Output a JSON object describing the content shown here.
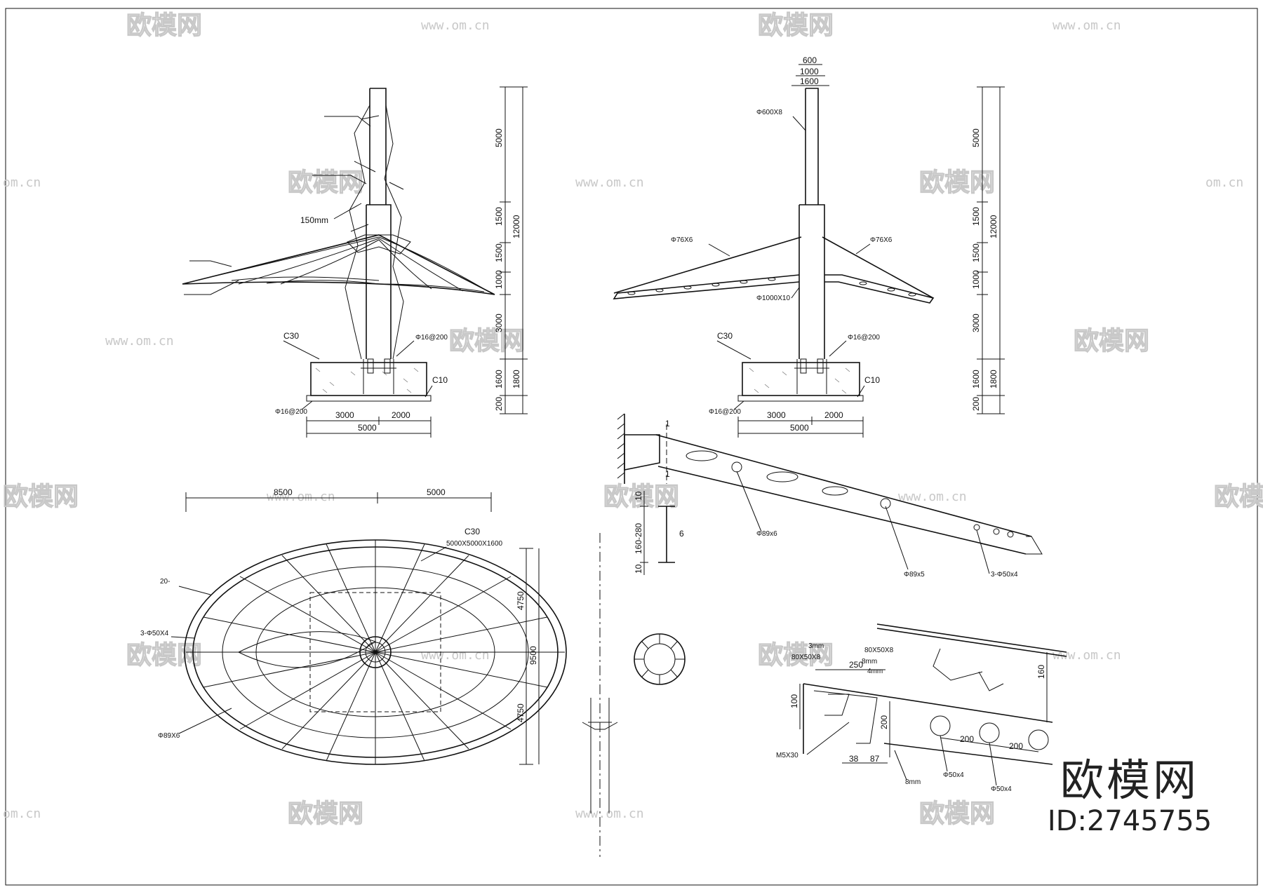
{
  "watermark": {
    "brand": "欧模网",
    "url": "www.om.cn",
    "url_short": "om.cn"
  },
  "brand_corner": {
    "name": "欧模网",
    "id": "ID:2745755"
  },
  "elev_left": {
    "dims_right": [
      "5000",
      "1500",
      "12000",
      "1500",
      "1000",
      "3000",
      "1600",
      "1800",
      "200"
    ],
    "dims_bottom": [
      "3000",
      "2000",
      "5000"
    ],
    "tags": {
      "c30": "C30",
      "c10": "C10",
      "rebar_right": "Φ16@200",
      "rebar_bottom": "Φ16@200",
      "size_150": "150mm"
    }
  },
  "elev_right": {
    "dims_top": [
      "600",
      "1000",
      "1600"
    ],
    "dims_right": [
      "5000",
      "1500",
      "12000",
      "1500",
      "1000",
      "3000",
      "1600",
      "1800",
      "200"
    ],
    "dims_bottom": [
      "3000",
      "2000",
      "5000"
    ],
    "tags": {
      "c30": "C30",
      "c10": "C10",
      "rebar_right": "Φ16@200",
      "rebar_bottom": "Φ16@200",
      "pipe_top": "Φ600X8",
      "pipe_bottom": "Φ1000X10",
      "brace_left": "Φ76X6",
      "brace_right": "Φ76X6"
    }
  },
  "plan": {
    "dims_top": [
      "8500",
      "5000"
    ],
    "dims_right": [
      "4750",
      "9500",
      "4750"
    ],
    "tags": {
      "c30": "C30",
      "foundation": "5000X5000X1600",
      "ribs": "20-",
      "rings": "3-Φ50X4",
      "pipe": "Φ89X6"
    }
  },
  "beam_detail": {
    "section_mark": "1",
    "dims": [
      "10",
      "160-280",
      "6",
      "10"
    ],
    "tags": {
      "pipe_a": "Φ89x6",
      "pipe_b": "Φ89x5",
      "pipe_c": "3-Φ50x4"
    }
  },
  "node_detail": {
    "dims": [
      "250",
      "160",
      "100",
      "200",
      "38",
      "87",
      "200",
      "200"
    ],
    "tags": {
      "t1": "3mm",
      "t2": "80X50X8",
      "t3": "80X50X8",
      "t4": "8mm",
      "t5": "4mm",
      "bolt": "M5X30",
      "t6": "8mm",
      "t7": "Φ50x4",
      "t8": "Φ50x4"
    }
  }
}
